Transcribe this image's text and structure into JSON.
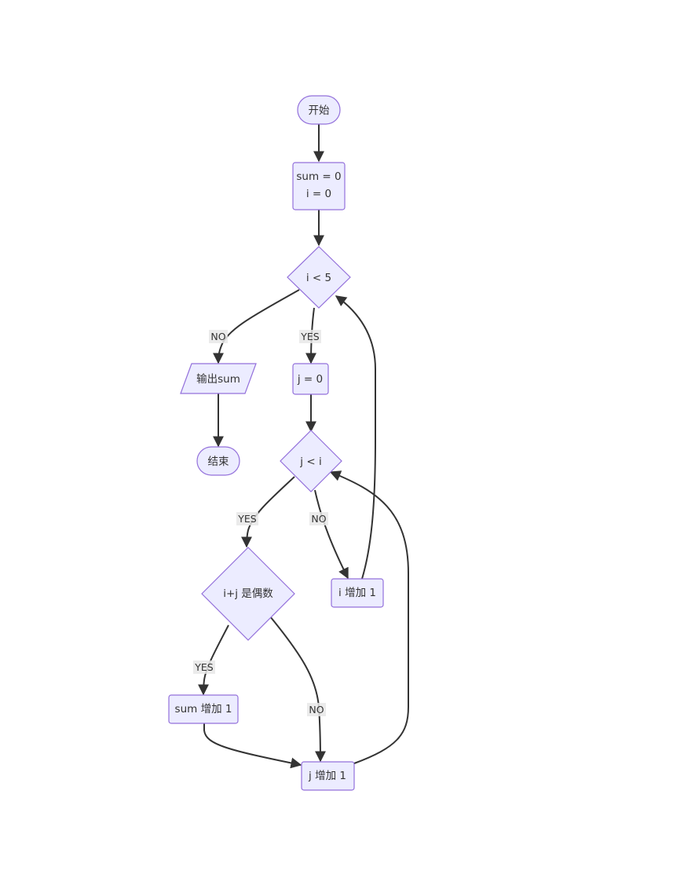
{
  "nodes": {
    "start": "开始",
    "init_sum": "sum = 0",
    "init_i": "i = 0",
    "cond_i": "i < 5",
    "output": "输出sum",
    "end": "结束",
    "j_init": "j = 0",
    "cond_j": "j < i",
    "cond_even": "i+j 是偶数",
    "i_inc": "i 增加 1",
    "sum_inc": "sum 增加 1",
    "j_inc": "j 增加 1"
  },
  "edge_labels": {
    "cond_i_no": "NO",
    "cond_i_yes": "YES",
    "cond_j_yes": "YES",
    "cond_j_no": "NO",
    "even_yes": "YES",
    "even_no": "NO"
  },
  "colors": {
    "node_fill": "#ececff",
    "node_stroke": "#9370db",
    "edge": "#333333",
    "label_bg": "#e8e8e8"
  }
}
